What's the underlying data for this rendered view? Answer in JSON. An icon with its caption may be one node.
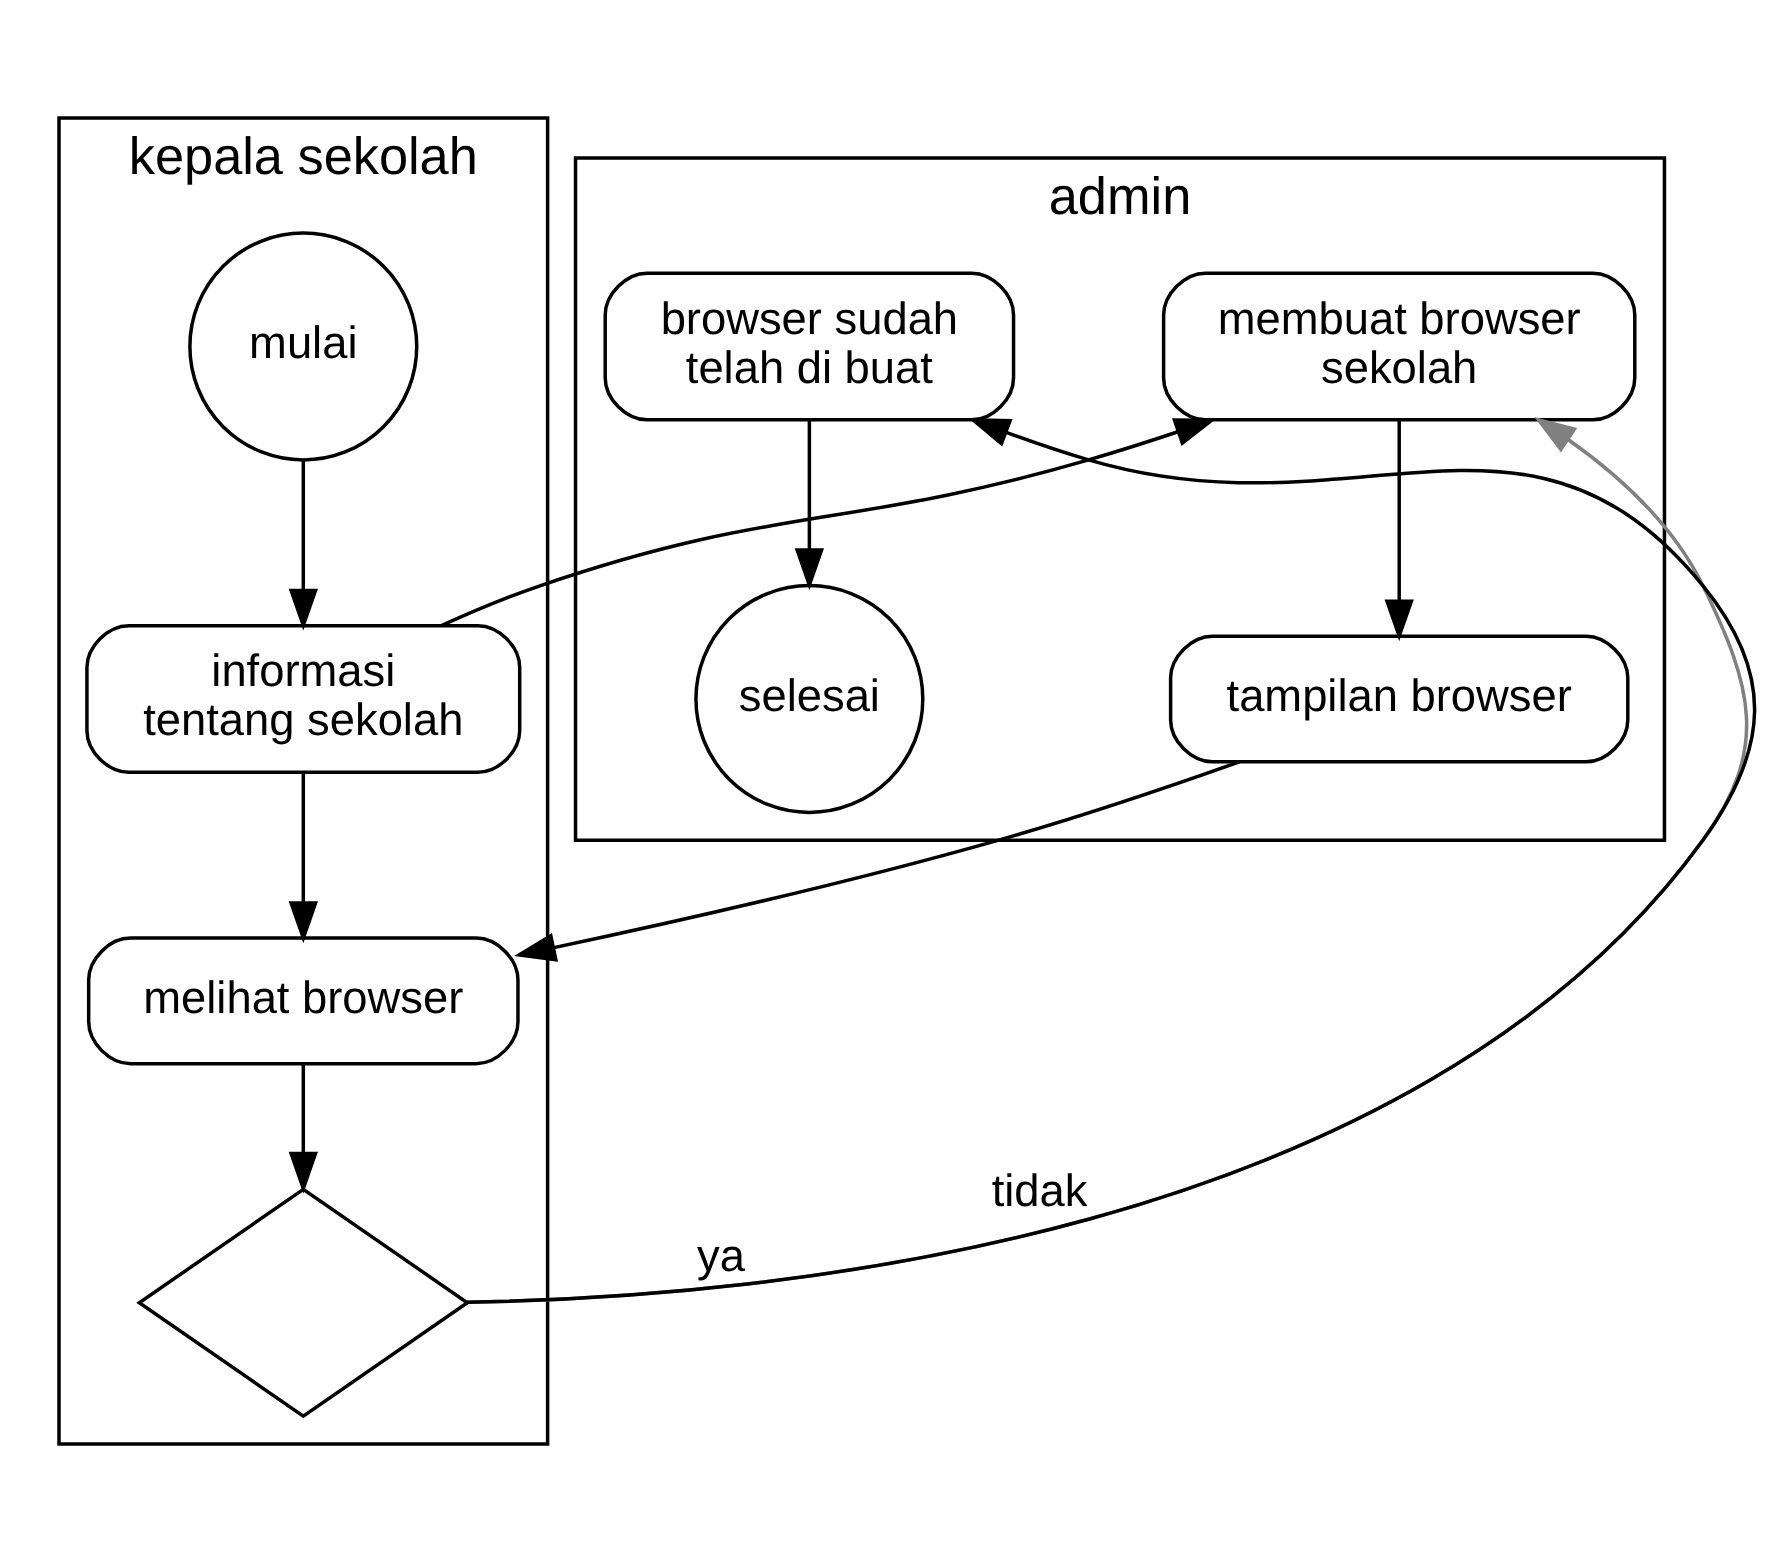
{
  "diagram": {
    "nodes": [
      {
        "text": [
          "kepala sekolah"
        ]
      },
      {
        "text": [
          "admin"
        ]
      },
      {
        "text": [
          "mulai"
        ],
        "in": 0
      },
      {
        "text": [
          "informasi tentang sekolah"
        ],
        "in": 0
      },
      {
        "text": [
          "melihat browser"
        ],
        "in": 0
      },
      {
        "text": [],
        "shape": "diamond",
        "in": 0
      },
      {
        "text": [
          "membuat browser sekolah"
        ],
        "in": 1
      },
      {
        "text": [
          "tampilan browser"
        ],
        "in": 1
      },
      {
        "text": [
          "browser sudah telah di buat"
        ],
        "in": 1
      },
      {
        "text": [
          "selesai"
        ],
        "in": 1
      }
    ],
    "edges": [
      {
        "from": 2,
        "to": 3,
        "arrow": "to"
      },
      {
        "from": 3,
        "to": 6,
        "arrow": "to"
      },
      {
        "from": 3,
        "to": 4,
        "arrow": "to"
      },
      {
        "from": 6,
        "to": 7,
        "arrow": "to"
      },
      {
        "from": 7,
        "to": 4,
        "arrow": "to"
      },
      {
        "from": 4,
        "to": 5,
        "arrow": "to"
      },
      {
        "from": 5,
        "to": 6,
        "arrow": "to",
        "label": "tidak",
        "color": "#808080"
      },
      {
        "from": 5,
        "to": 8,
        "arrow": "to",
        "label": "ya"
      },
      {
        "from": 8,
        "to": 9,
        "arrow": "to"
      }
    ]
  }
}
